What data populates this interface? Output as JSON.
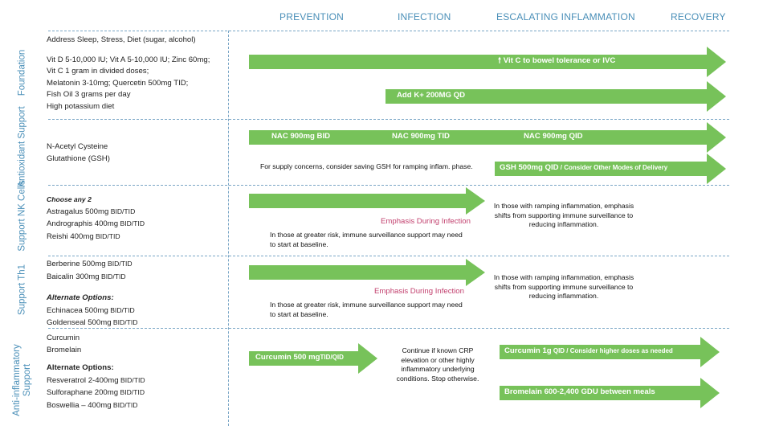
{
  "phases": [
    "PREVENTION",
    "INFECTION",
    "ESCALATING INFLAMMATION",
    "RECOVERY"
  ],
  "rows": {
    "foundation": {
      "label": "Foundation",
      "lines": [
        "Address Sleep, Stress, Diet (sugar, alcohol)",
        "Vit D 5-10,000 IU;  Vit A 5-10,000 IU;  Zinc 60mg;",
        "Vit C 1 gram in divided doses;",
        "Melatonin 3-10mg;  Quercetin 500mg TID;",
        "Fish Oil 3 grams per day",
        "High potassium diet"
      ],
      "arrows": [
        "Vit C to bowel tolerance or IVC",
        "Add K+ 200MG QD"
      ],
      "arrow_icon": "up-arrow-icon"
    },
    "antioxidant": {
      "label": "Antioxidant Support",
      "lines": [
        "N-Acetyl Cysteine",
        "Glutathione (GSH)"
      ],
      "nac_labels": [
        "NAC 900mg BID",
        "NAC 900mg TID",
        "NAC 900mg QID"
      ],
      "note": "For supply concerns, consider saving GSH for ramping inflam. phase.",
      "gsh_main": "GSH 500mg QID",
      "gsh_sub": " / Consider Other Modes of Delivery"
    },
    "nk": {
      "label": "Support NK Cells",
      "choose": "Choose any 2",
      "lines": [
        {
          "main": "Astragalus 500mg",
          "sub": " BID/TID"
        },
        {
          "main": "Andrographis 400mg",
          "sub": " BID/TID"
        },
        {
          "main": "Reishi 400mg",
          "sub": " BID/TID"
        }
      ],
      "emphasis": "Emphasis During Infection",
      "risk_note": "In those at greater risk, immune surveillance support may need to start at baseline.",
      "right_note": "In those with ramping inflammation, emphasis shifts from supporting immune surveillance to reducing inflammation."
    },
    "th1": {
      "label": "Support Th1",
      "lines": [
        {
          "main": "Berberine 500mg",
          "sub": " BID/TID"
        },
        {
          "main": "Baicalin 300mg",
          "sub": " BID/TID"
        }
      ],
      "alt_title": "Alternate Options:",
      "alt_lines": [
        {
          "main": "Echinacea 500mg",
          "sub": " BID/TID"
        },
        {
          "main": "Goldenseal 500mg",
          "sub": " BID/TID"
        }
      ],
      "emphasis": "Emphasis During Infection",
      "risk_note": "In those at greater risk, immune surveillance support may need to start at baseline.",
      "right_note": "In those with ramping inflammation, emphasis shifts from supporting immune surveillance to reducing inflammation."
    },
    "antiinflam": {
      "label": "Anti-inflammatory Support",
      "lines": [
        "Curcumin",
        "Bromelain"
      ],
      "alt_title": "Alternate Options:",
      "alt_lines": [
        {
          "main": "Resveratrol 2-400mg",
          "sub": " BID/TID"
        },
        {
          "main": "Sulforaphane 200mg",
          "sub": " BID/TID"
        },
        {
          "main": "Boswellia – 400mg",
          "sub": " BID/TID"
        }
      ],
      "curcumin_main": "Curcumin 500 mg",
      "curcumin_sub": "TID/QID",
      "continue_note": "Continue if known CRP elevation or other highly inflammatory underlying conditions. Stop otherwise.",
      "curcumin1g_main": "Curcumin 1g",
      "curcumin1g_sub": " QID / Consider higher doses as needed",
      "bromelain_arrow": "Bromelain 600-2,400 GDU between meals"
    }
  },
  "colors": {
    "arrow": "#77c25a",
    "phase": "#4a8fb8",
    "emphasis": "#c2406e"
  }
}
